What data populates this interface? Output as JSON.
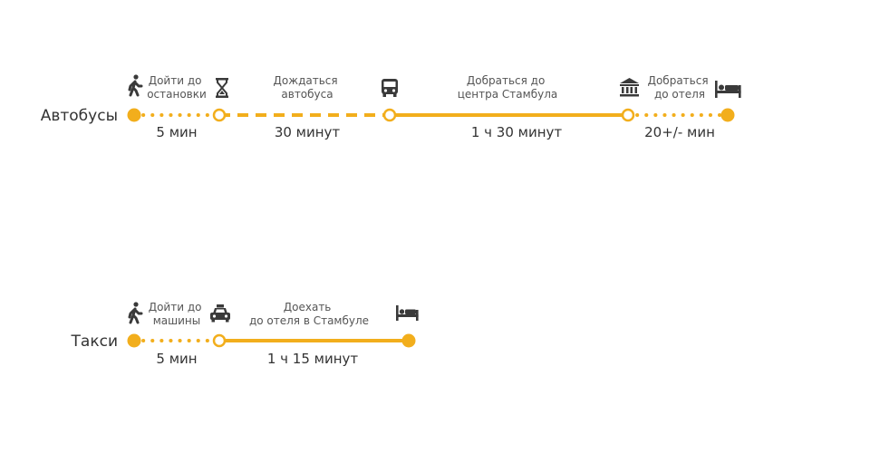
{
  "colors": {
    "accent": "#F2AE1C",
    "text": "#333333",
    "icon": "#3a3a3a"
  },
  "routes": [
    {
      "name": "Автобусы",
      "steps": [
        {
          "icon": "walk-icon",
          "label_lines": [
            "Дойти до",
            "остановки"
          ],
          "duration": "5 мин",
          "line_style": "dotted"
        },
        {
          "icon": "hourglass-icon",
          "label_lines": [
            "Дождаться",
            "автобуса"
          ],
          "duration": "30 минут",
          "line_style": "dashed"
        },
        {
          "icon": "bus-icon",
          "label_lines": [
            "Добраться до",
            "центра Стамбула"
          ],
          "duration": "1 ч 30 минут",
          "line_style": "solid"
        },
        {
          "icon": "museum-icon",
          "label_lines": [
            "Добраться",
            "до отеля"
          ],
          "duration": "20+/- мин",
          "line_style": "dotted"
        }
      ],
      "end_icon": "bed-icon"
    },
    {
      "name": "Такси",
      "steps": [
        {
          "icon": "walk-icon",
          "label_lines": [
            "Дойти до",
            "машины"
          ],
          "duration": "5 мин",
          "line_style": "dotted"
        },
        {
          "icon": "taxi-icon",
          "label_lines": [
            "Доехать",
            "до отеля в Стамбуле"
          ],
          "duration": "1 ч 15 минут",
          "line_style": "solid"
        }
      ],
      "end_icon": "bed-icon"
    }
  ]
}
